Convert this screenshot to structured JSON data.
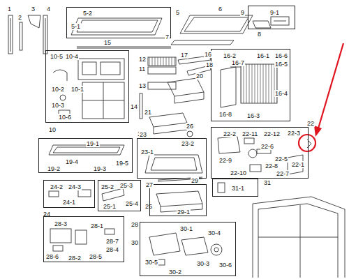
{
  "diagram": {
    "nodes": [
      {
        "text": [
          "5",
          "5-2",
          "5-1"
        ]
      },
      {
        "text": [
          "9",
          "9-1"
        ]
      },
      {
        "text": [
          "10",
          "10-5",
          "10-4",
          "10-2",
          "10-1",
          "10-3",
          "10-6"
        ]
      },
      {
        "text": [
          "16",
          "16-2",
          "16-7",
          "16-1",
          "16-6",
          "16-5",
          "16-4",
          "16-8",
          "16-3"
        ]
      },
      {
        "text": [
          "19",
          "19-1",
          "19-4",
          "19-2",
          "19-3",
          "19-5"
        ]
      },
      {
        "text": [
          "23",
          "23-2",
          "23-1"
        ]
      },
      {
        "text": [
          "22",
          "22-2",
          "22-11",
          "22-12",
          "22-3",
          "22-6",
          "22-5",
          "22-9",
          "22-8",
          "22-10",
          "22-7",
          "22-1"
        ]
      },
      {
        "text": [
          "24",
          "24-2",
          "24-3",
          "24-1"
        ]
      },
      {
        "text": [
          "25",
          "25-2",
          "25-3",
          "25-4",
          "25-1"
        ]
      },
      {
        "text": [
          "29",
          "29-1"
        ]
      },
      {
        "text": [
          "31",
          "31-1"
        ]
      },
      {
        "text": [
          "28",
          "28-3",
          "28-1",
          "28-7",
          "28-4",
          "28-6",
          "28-5",
          "28-2"
        ]
      },
      {
        "text": [
          "30",
          "30-1",
          "30-4",
          "30-5",
          "30-2",
          "30-3",
          "30-6"
        ]
      }
    ],
    "labels": [
      "1",
      "3",
      "4",
      "2",
      "6",
      "8",
      "7",
      "15",
      "17",
      "12",
      "11",
      "18",
      "13",
      "20",
      "14",
      "21",
      "26",
      "27"
    ]
  }
}
